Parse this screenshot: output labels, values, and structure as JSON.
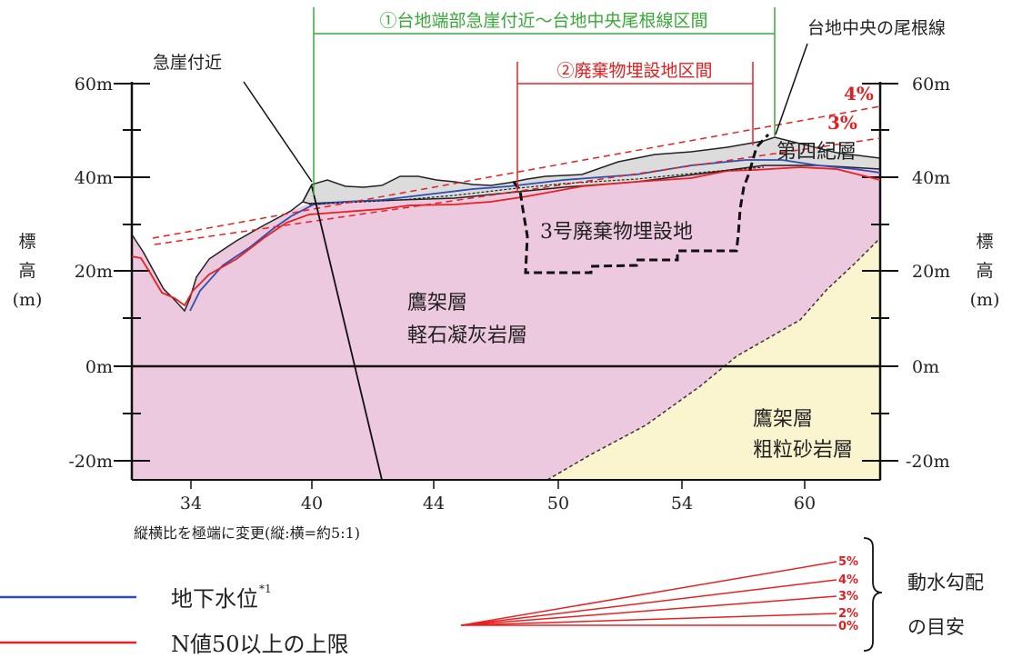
{
  "chart_data": {
    "type": "cross-section",
    "y_axis": {
      "ticks": [
        "60m",
        "40m",
        "20m",
        "0m",
        "-20m"
      ],
      "right_ticks": [
        "60m",
        "40m",
        "20m",
        "0m",
        "-20m"
      ],
      "label_chars": [
        "標",
        "高"
      ],
      "label_unit": "(m)"
    },
    "x_axis": {
      "ticks": [
        "34",
        "40",
        "44",
        "50",
        "54",
        "60"
      ]
    },
    "note": "縦横比を極端に変更(縦:横=約5:1)",
    "annotations": {
      "cliff": "急崖付近",
      "ridge": "台地中央の尾根線",
      "section1": "①台地端部急崖付近～台地中央尾根線区間",
      "section2": "②廃棄物埋設地区間",
      "slope4": "4%",
      "slope3": "3%"
    },
    "strata": {
      "quaternary": "第四紀層",
      "pumice_line1": "鷹架層",
      "pumice_line2": "軽石凝灰岩層",
      "sandstone_line1": "鷹架層",
      "sandstone_line2": "粗粒砂岩層",
      "disposal": "3号廃棄物埋設地"
    },
    "legend": [
      {
        "label": "地下水位",
        "sup": "*1",
        "color": "#2e4fb0"
      },
      {
        "label": "N値50以上の上限",
        "color": "#e82020"
      }
    ],
    "gradient_guide": {
      "title_line1": "動水勾配",
      "title_line2": "の目安",
      "labels": [
        "5%",
        "4%",
        "3%",
        "2%",
        "0%"
      ]
    },
    "colors": {
      "pumice": "#ecc9df",
      "sandstone": "#fbf5cf",
      "quaternary": "#dcdcdc",
      "groundwater": "#2e4fb0",
      "n50": "#e82020",
      "section1": "#3aa838",
      "section2": "#e82020"
    }
  }
}
